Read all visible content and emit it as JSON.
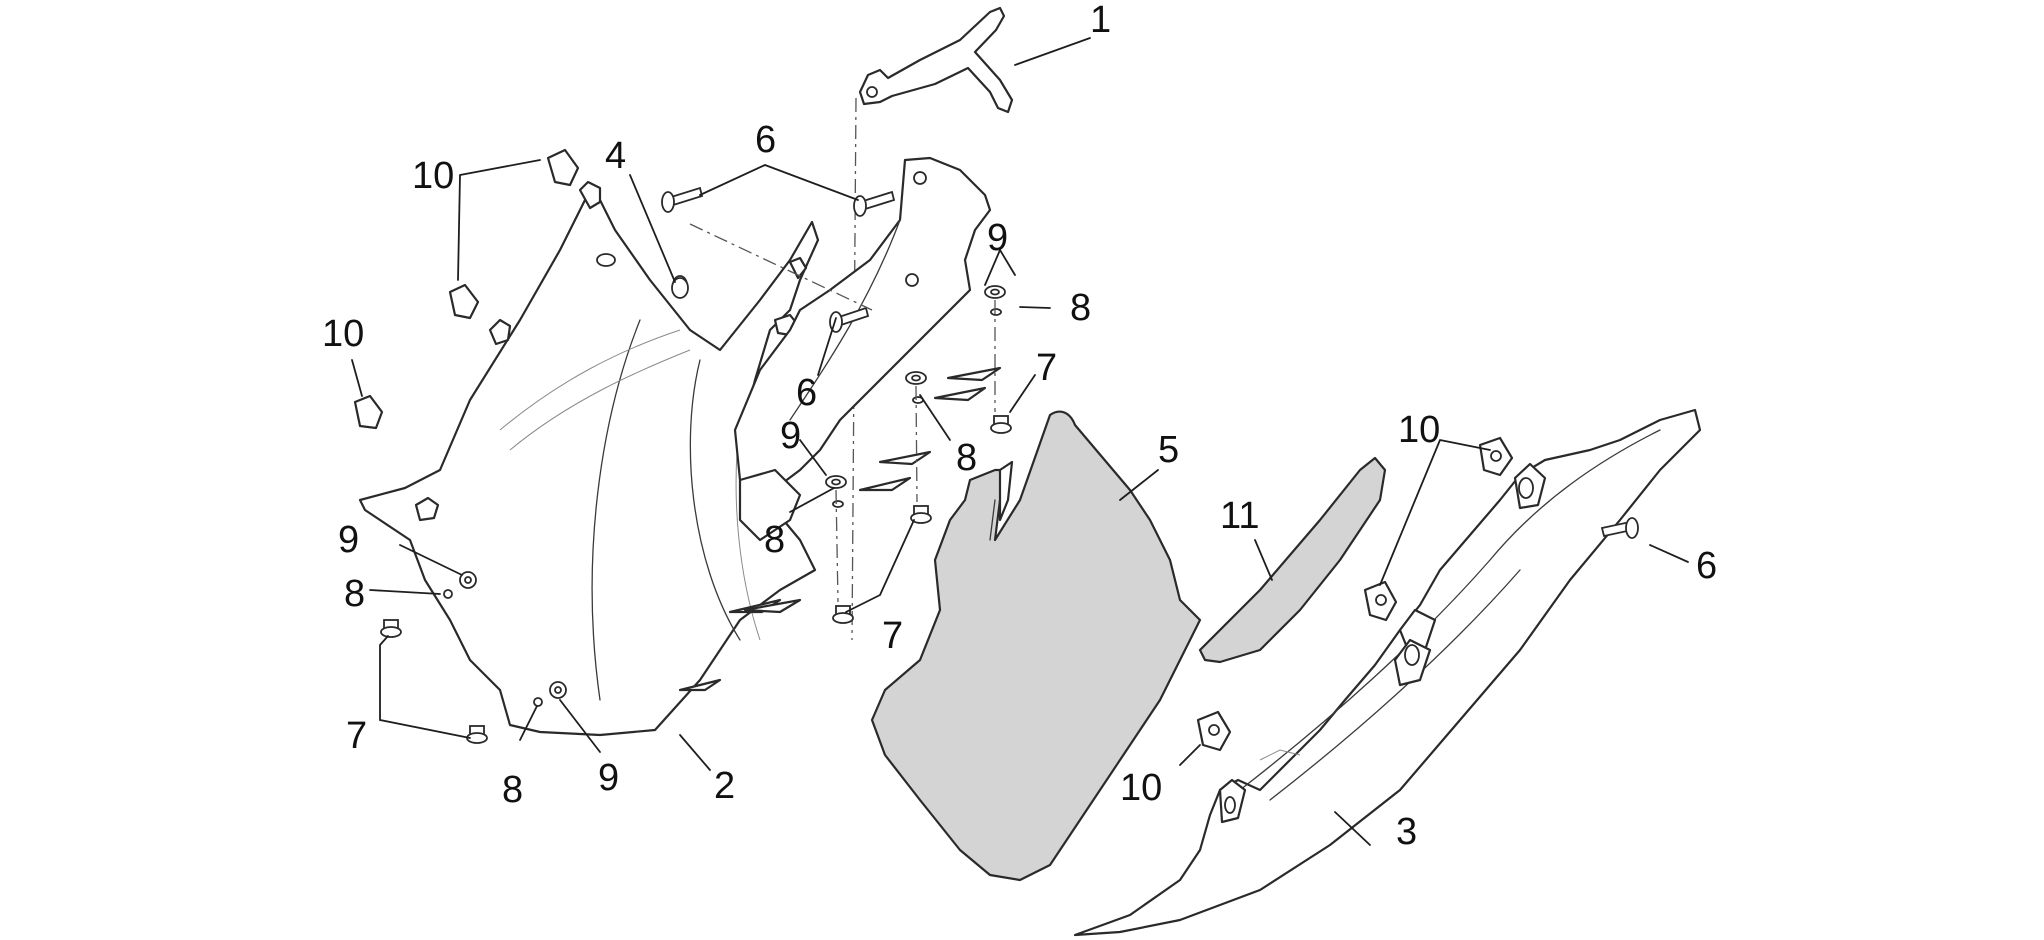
{
  "callouts": {
    "c1": "1",
    "c2": "2",
    "c3": "3",
    "c4": "4",
    "c5": "5",
    "c6": "6",
    "c7": "7",
    "c8": "8",
    "c9": "9",
    "c10": "10",
    "c11": "11"
  },
  "colors": {
    "line": "#2a2a2a",
    "panel_fill": "#d4d4d4",
    "background": "#ffffff"
  }
}
